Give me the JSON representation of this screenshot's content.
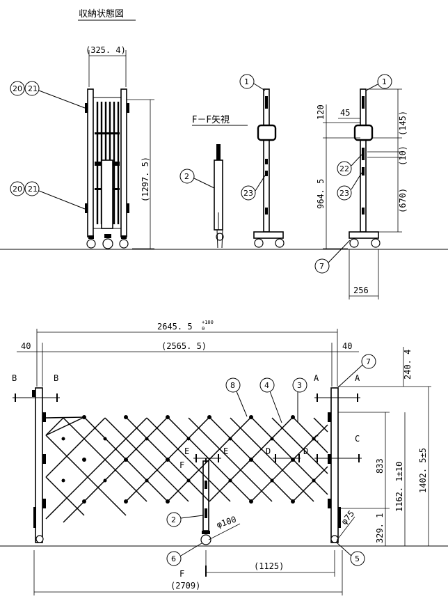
{
  "title": "収納状態図",
  "section_label": "F－F矢視",
  "top_dims": {
    "width_325": "(325. 4)",
    "height_1297": "(1297. 5)",
    "d120": "120",
    "d45": "45",
    "d145": "(145)",
    "d10": "(10)",
    "d964": "964. 5",
    "d670": "(670)",
    "d256": "256"
  },
  "bottom_dims": {
    "overall_main": "2645. 5",
    "overall_tol_upper": "+100",
    "overall_tol_lower": "0",
    "inner_2565": "(2565. 5)",
    "left_40": "40",
    "right_40": "40",
    "d240": "240. 4",
    "d833": "833",
    "d1162": "1162. 1±10",
    "d1402": "1402. 5±5",
    "d329": "329. 1",
    "phi100": "φ100",
    "phi75": "φ75",
    "d1125": "(1125)",
    "d2709": "(2709)"
  },
  "section_letters": {
    "A": "A",
    "B": "B",
    "C": "C",
    "D": "D",
    "E": "E",
    "F": "F"
  },
  "balloons": {
    "b1": "1",
    "b2": "2",
    "b3": "3",
    "b4": "4",
    "b5": "5",
    "b6": "6",
    "b7": "7",
    "b8": "8",
    "b20": "20",
    "b21": "21",
    "b22": "22",
    "b23": "23"
  }
}
